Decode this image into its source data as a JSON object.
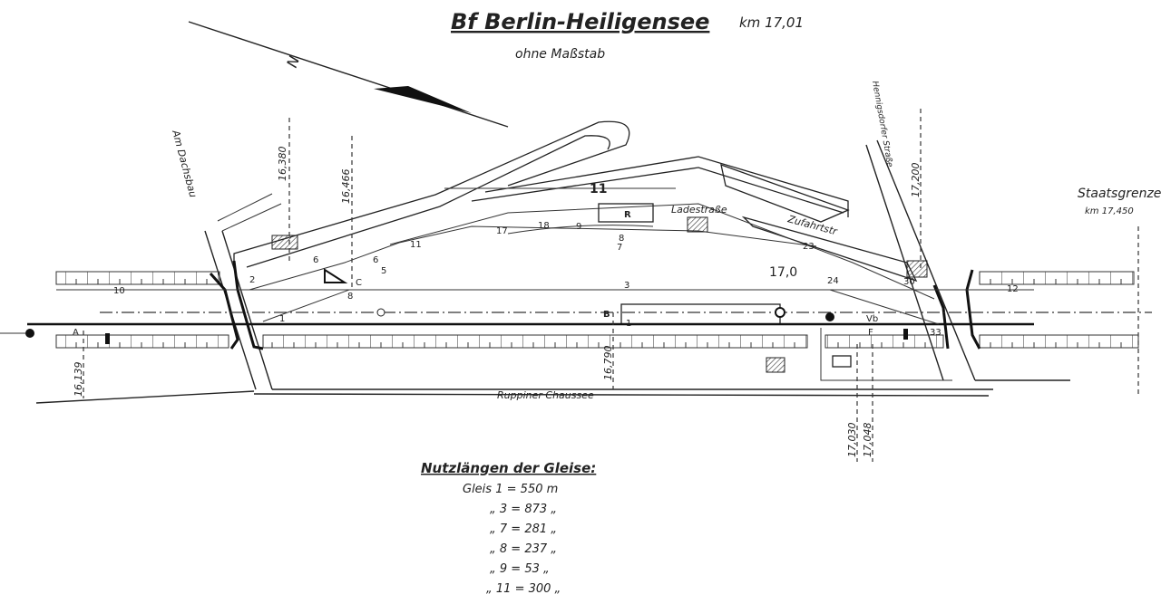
{
  "title": "Bf Berlin-Heiligensee",
  "km": "km 17,01",
  "scale_note": "ohne Maßstab",
  "north": "N",
  "streets": {
    "am_dachsbau": "Am Dachsbau",
    "hennigsdorfer": "Hennigsdorfer Straße",
    "ruppiner": "Ruppiner Chaussee",
    "ladestrasse": "Ladestraße",
    "zufahrtstr": "Zufahrtstr"
  },
  "border": {
    "label": "Staatsgrenze",
    "km": "km 17,450"
  },
  "kilometer_marks": [
    "16,380",
    "16,466",
    "16,139",
    "16,790",
    "17,200",
    "17,030",
    "17,048",
    "17,0"
  ],
  "track_numbers": {
    "t1": "1",
    "t3": "3",
    "t7": "7",
    "t8": "8",
    "t9": "9",
    "t10": "10",
    "t11": "11",
    "t12": "12"
  },
  "switch_numbers": {
    "s1": "1",
    "s2": "2",
    "s5": "5",
    "s6a": "6",
    "s6b": "6",
    "s8": "8",
    "s11": "11",
    "s17": "17",
    "s18": "18",
    "s23": "23",
    "s24": "24",
    "s30": "30",
    "s33": "33"
  },
  "signals": {
    "A": "A",
    "B": "B",
    "C": "C",
    "F": "F",
    "Vb": "Vb",
    "R": "R"
  },
  "lengths": {
    "heading": "Nutzlängen der Gleise:",
    "rows": [
      {
        "track": "Gleis 1",
        "sep": "=",
        "value": "550 m"
      },
      {
        "track": "„ 3",
        "sep": "=",
        "value": "873 „"
      },
      {
        "track": "„ 7",
        "sep": "=",
        "value": "281 „"
      },
      {
        "track": "„ 8",
        "sep": "=",
        "value": "237 „"
      },
      {
        "track": "„ 9",
        "sep": "=",
        "value": "53 „"
      },
      {
        "track": "„ 11",
        "sep": "=",
        "value": "300 „"
      }
    ]
  }
}
